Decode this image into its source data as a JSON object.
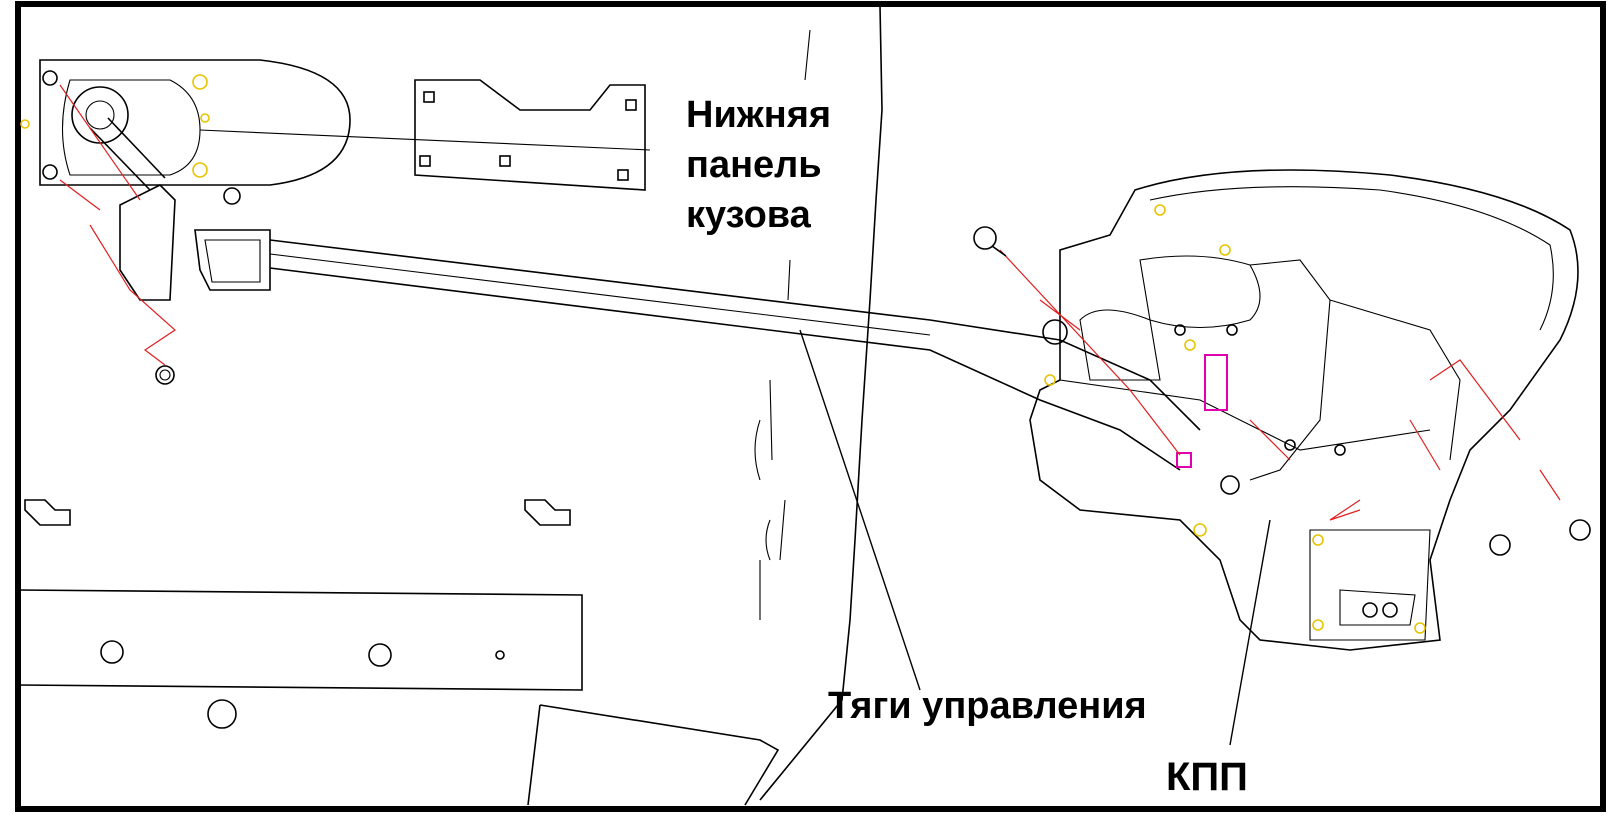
{
  "labels": {
    "body_panel_line1": "Нижняя",
    "body_panel_line2": "панель",
    "body_panel_line3": "кузова",
    "control_rods": "Тяги управления",
    "gearbox": "КПП"
  },
  "colors": {
    "outline": "#000000",
    "leader_red": "#e02020",
    "bolt_yellow": "#e6c400",
    "highlight_magenta": "#e000b0",
    "background": "#ffffff"
  }
}
